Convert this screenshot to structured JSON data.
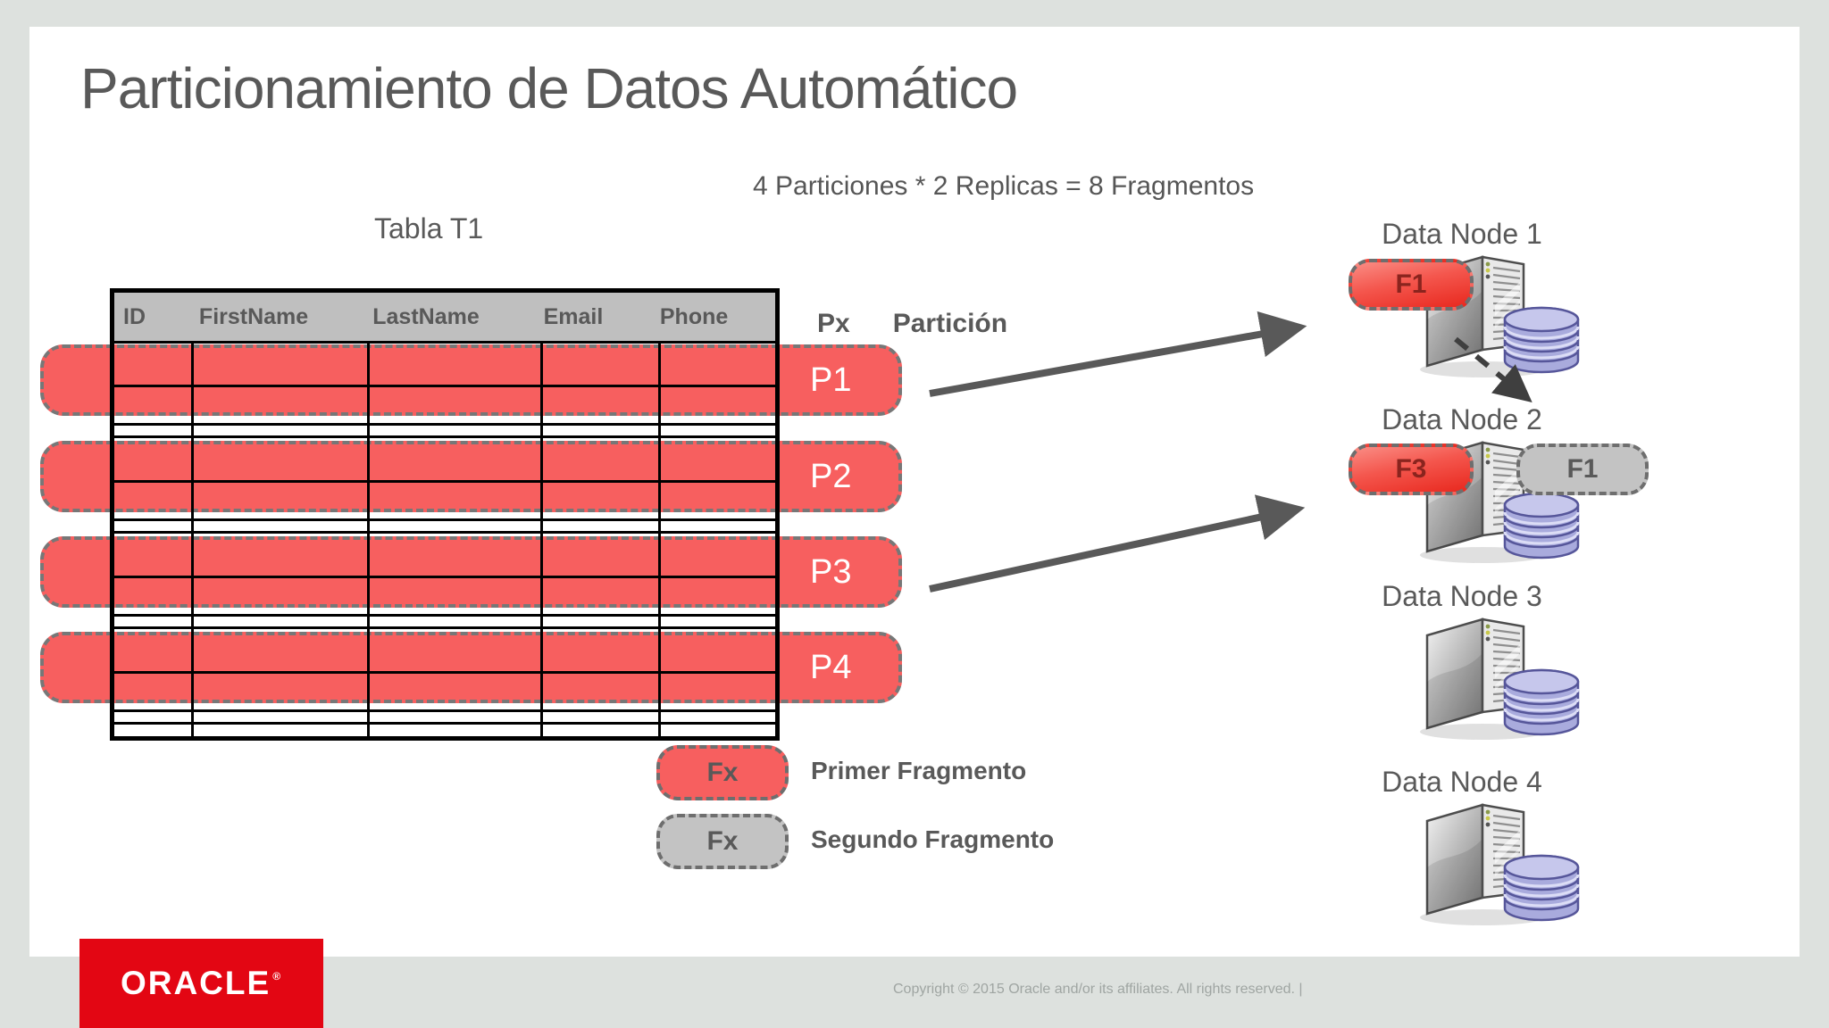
{
  "slide": {
    "title": "Particionamiento de Datos Automático",
    "subtitle": "4 Particiones * 2 Replicas = 8 Fragmentos",
    "table_label": "Tabla T1",
    "table": {
      "columns": [
        "ID",
        "FirstName",
        "LastName",
        "Email",
        "Phone"
      ]
    },
    "partitions": [
      {
        "label": "P1"
      },
      {
        "label": "P2"
      },
      {
        "label": "P3"
      },
      {
        "label": "P4"
      }
    ],
    "partition_key": {
      "symbol": "Px",
      "label": "Partición"
    },
    "legend": [
      {
        "symbol": "Fx",
        "label": "Primer Fragmento",
        "type": "primary"
      },
      {
        "symbol": "Fx",
        "label": "Segundo Fragmento",
        "type": "replica"
      }
    ],
    "data_nodes": [
      {
        "label": "Data Node 1",
        "fragments": [
          {
            "id": "F1",
            "type": "primary"
          }
        ]
      },
      {
        "label": "Data Node 2",
        "fragments": [
          {
            "id": "F3",
            "type": "primary"
          },
          {
            "id": "F1",
            "type": "replica"
          }
        ]
      },
      {
        "label": "Data Node 3",
        "fragments": []
      },
      {
        "label": "Data Node 4",
        "fragments": []
      }
    ],
    "footer": {
      "logo_text": "ORACLE",
      "logo_mark": "®",
      "copyright": "Copyright © 2015 Oracle and/or its affiliates. All rights reserved.  |"
    },
    "colors": {
      "primary_fragment_red": "#f75f5f",
      "replica_fragment_gray": "#c3c3c3",
      "table_header_gray": "#bfbfbf",
      "text_gray": "#595959",
      "oracle_red": "#e30613",
      "database_lavender": "#a9abdd"
    }
  }
}
